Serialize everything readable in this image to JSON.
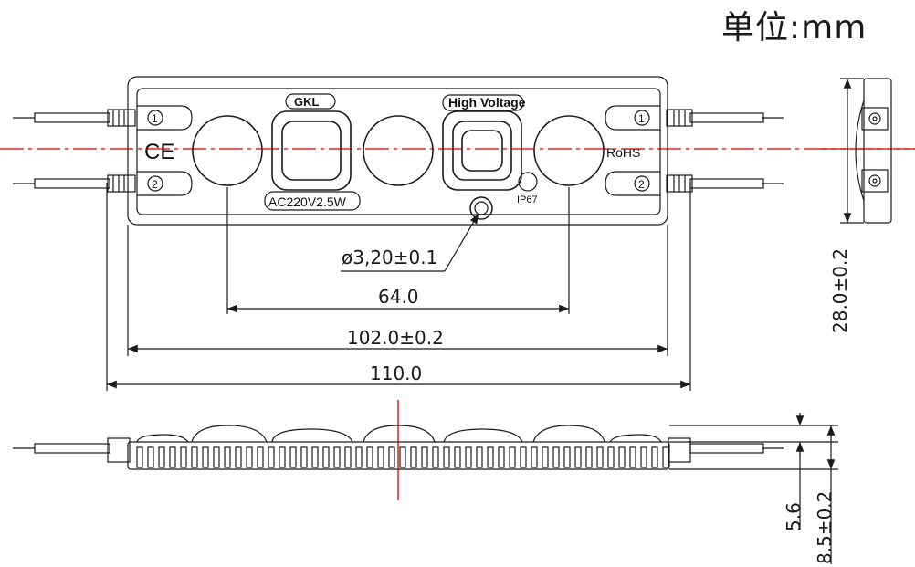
{
  "drawing": {
    "unit_label": "单位:mm",
    "labels": {
      "brand": "GKL",
      "high_voltage": "High Voltage",
      "rating": "AC220V2.5W",
      "ip": "IP67",
      "ce": "CE",
      "rohs": "RoHS",
      "terminal_1": "1",
      "terminal_2": "2"
    },
    "dimensions": {
      "hole": "ø3,20±0.1",
      "pitch": "64.0",
      "body_length": "102.0±0.2",
      "total_length": "110.0",
      "width": "28.0±0.2",
      "lens_height": "5.6",
      "total_height": "8.5±0.2"
    },
    "colors": {
      "line": "#1a1a1a",
      "centerline": "#cc0000"
    }
  }
}
